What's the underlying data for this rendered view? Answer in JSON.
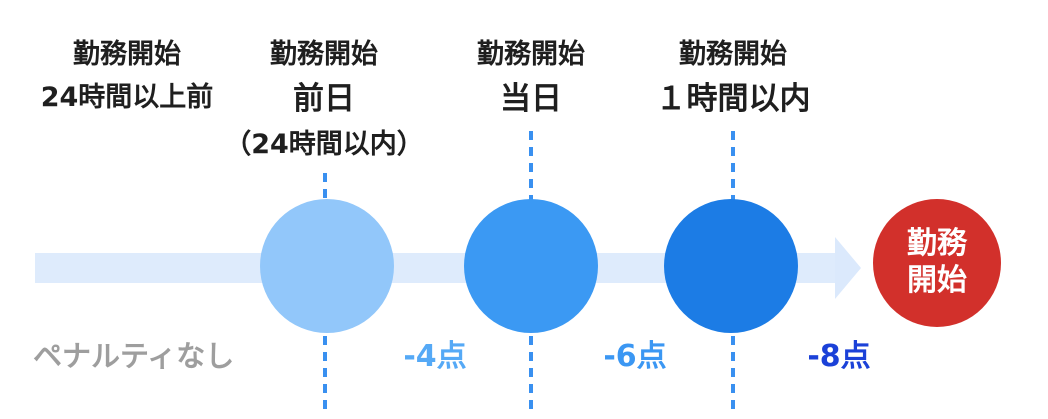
{
  "stages": [
    {
      "heading1": "勤務開始",
      "heading2": "24時間以上前",
      "penalty": "ペナルティなし"
    },
    {
      "heading1": "勤務開始",
      "heading2": "前日",
      "heading3": "（24時間以内）",
      "penalty": "-4点"
    },
    {
      "heading1": "勤務開始",
      "heading2": "当日",
      "penalty": "-6点"
    },
    {
      "heading1": "勤務開始",
      "heading2": "１時間以内",
      "penalty": "-8点"
    }
  ],
  "end_node": {
    "line1": "勤務",
    "line2": "開始"
  },
  "colors": {
    "heading_text": "#1f1f1f",
    "arrow": "#deebfc",
    "dashed_line": "#3990f0",
    "circle_stage2": "#92c7fa",
    "circle_stage3": "#3b99f3",
    "circle_stage4": "#1c7ce5",
    "end_circle": "#d2302b",
    "penalty_none_text": "#9e9e9e",
    "penalty_4_text": "#55a9f6",
    "penalty_6_text": "#3b97f3",
    "penalty_8_text": "#1b41d8"
  }
}
